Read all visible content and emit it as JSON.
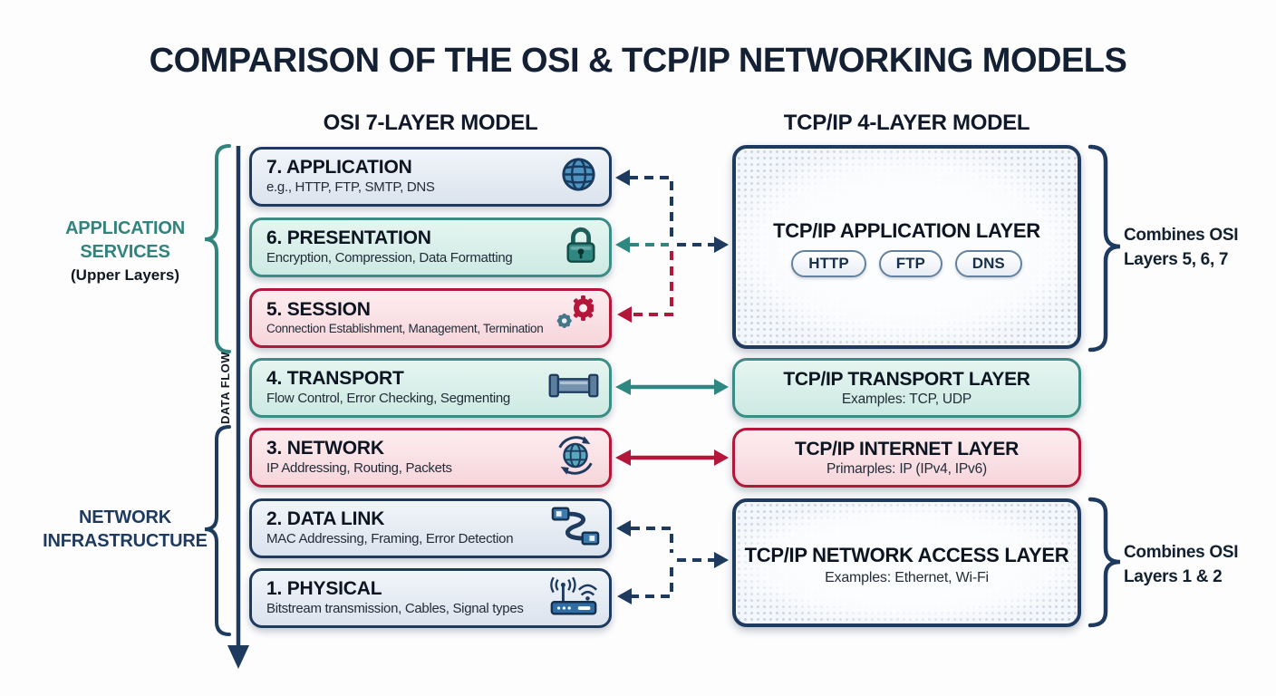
{
  "title": "COMPARISON OF THE OSI & TCP/IP NETWORKING MODELS",
  "columns": {
    "osi": "OSI 7-LAYER MODEL",
    "tcpip": "TCP/IP 4-LAYER MODEL"
  },
  "side_labels": {
    "application_services": {
      "line1": "APPLICATION",
      "line2": "SERVICES",
      "line3": "(Upper Layers)"
    },
    "network_infrastructure": {
      "line1": "NETWORK",
      "line2": "INFRASTRUCTURE"
    },
    "data_flow": "DATA FLOW",
    "combines_upper": {
      "line1": "Combines OSI",
      "line2": "Layers 5, 6, 7"
    },
    "combines_lower": {
      "line1": "Combines OSI",
      "line2": "Layers 1 & 2"
    }
  },
  "osi_layers": [
    {
      "name": "7. APPLICATION",
      "desc": "e.g., HTTP, FTP, SMTP, DNS",
      "theme": "navy",
      "icon": "globe-icon"
    },
    {
      "name": "6. PRESENTATION",
      "desc": "Encryption, Compression, Data Formatting",
      "theme": "teal",
      "icon": "lock-icon"
    },
    {
      "name": "5. SESSION",
      "desc": "Connection Establishment, Management, Termination",
      "theme": "red",
      "icon": "gears-icon"
    },
    {
      "name": "4. TRANSPORT",
      "desc": "Flow Control, Error Checking, Segmenting",
      "theme": "teal",
      "icon": "pipe-icon"
    },
    {
      "name": "3. NETWORK",
      "desc": "IP Addressing, Routing, Packets",
      "theme": "red",
      "icon": "routing-globe-icon"
    },
    {
      "name": "2. DATA LINK",
      "desc": "MAC Addressing, Framing, Error Detection",
      "theme": "navy",
      "icon": "ethernet-cable-icon"
    },
    {
      "name": "1. PHYSICAL",
      "desc": "Bitstream transmission, Cables, Signal types",
      "theme": "navy",
      "icon": "router-icon"
    }
  ],
  "tcpip_layers": [
    {
      "name": "TCP/IP APPLICATION LAYER",
      "pills": [
        "HTTP",
        "FTP",
        "DNS"
      ],
      "theme": "paper"
    },
    {
      "name": "TCP/IP TRANSPORT LAYER",
      "desc": "Examples: TCP, UDP",
      "theme": "teal"
    },
    {
      "name": "TCP/IP INTERNET LAYER",
      "desc": "Primarples: IP (IPv4, IPv6)",
      "theme": "red"
    },
    {
      "name": "TCP/IP NETWORK ACCESS LAYER",
      "desc": "Examples: Ethernet, Wi-Fi",
      "theme": "paper"
    }
  ],
  "colors": {
    "navy": "#1e3a5f",
    "teal": "#2e8781",
    "red": "#b5173a",
    "ink": "#13202e",
    "globe_blue": "#4e94c1"
  }
}
